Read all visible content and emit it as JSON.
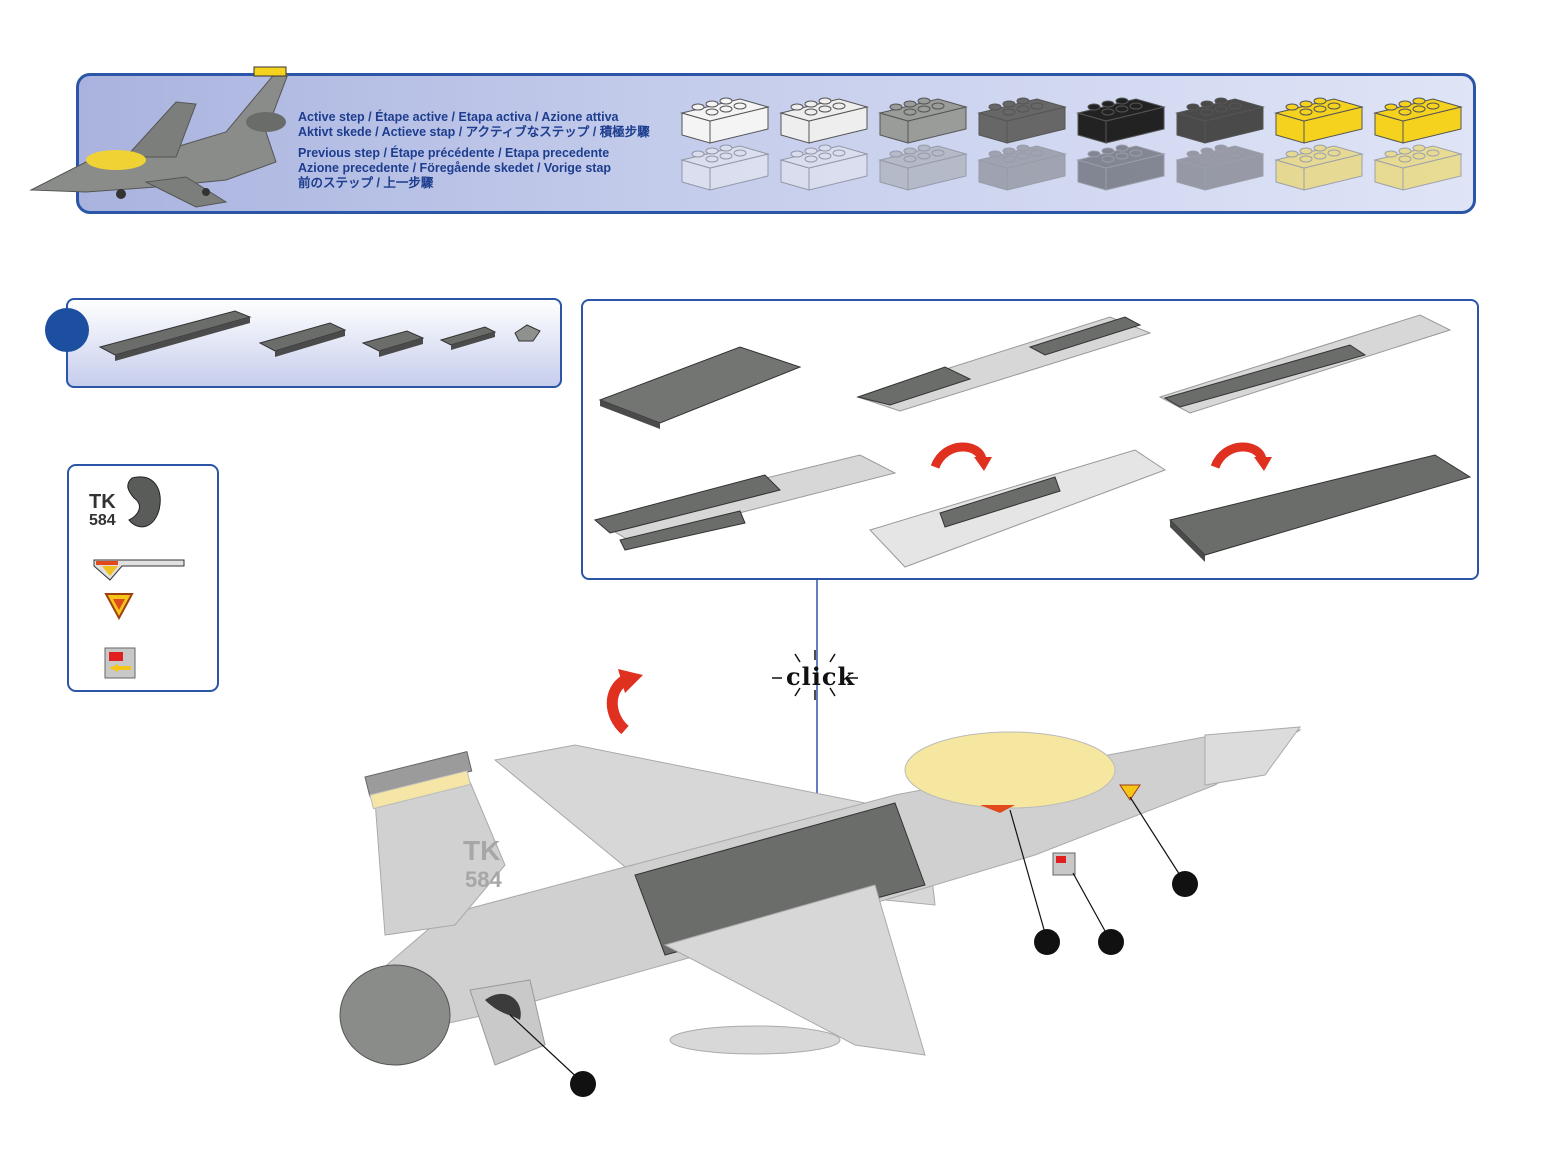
{
  "legend": {
    "active_step_line1": "Active step / Étape active / Etapa activa / Azione attiva",
    "active_step_line2": "Aktivt skede / Actieve stap / アクティブなステップ / 積極步驟",
    "previous_step_line1": "Previous step / Étape précédente / Etapa precedente",
    "previous_step_line2": "Azione precedente / Föregående skedet / Vorige stap",
    "previous_step_line3": "前のステップ / 上一步驟",
    "brick_colors": [
      "#f4f4f4",
      "#eeeeee",
      "#9a9c9a",
      "#676767",
      "#222222",
      "#4a4a4a",
      "#f5d21e",
      "#f5d21e"
    ]
  },
  "stickers": {
    "tk_number": "TK",
    "tk_number_line2": "584"
  },
  "click_label": "click",
  "model": {
    "tail_code_line1": "TK",
    "tail_code_line2": "584"
  }
}
